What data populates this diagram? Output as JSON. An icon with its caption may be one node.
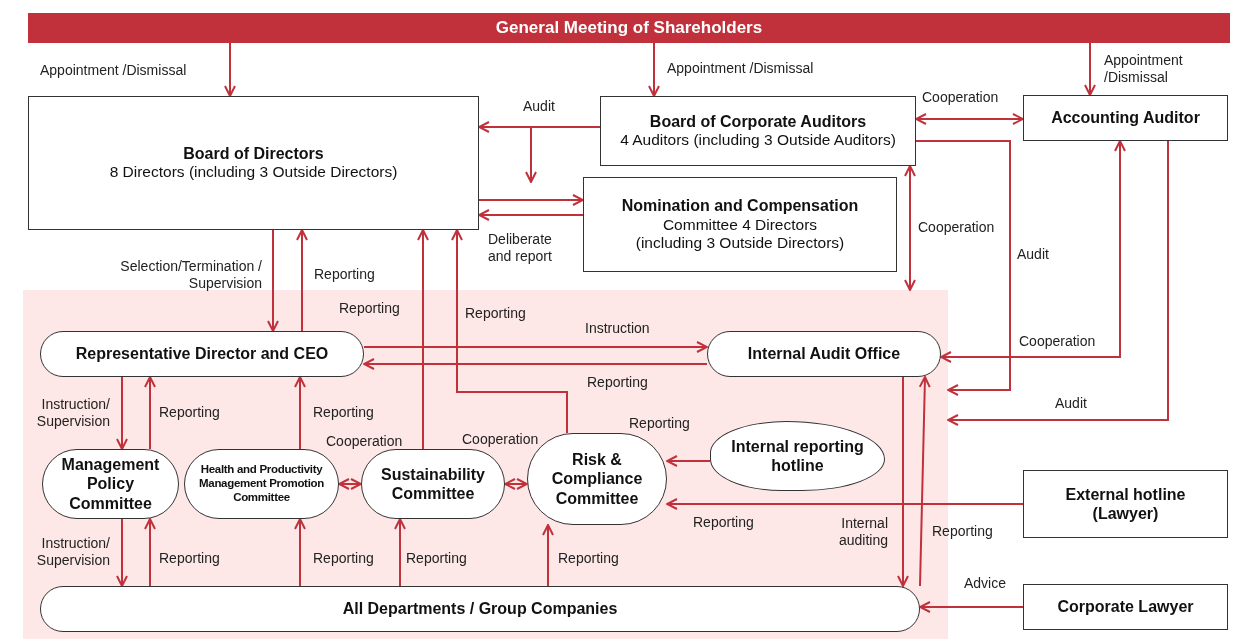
{
  "diagram": {
    "nodes": [
      {
        "text": [
          "General Meeting of Shareholders"
        ]
      },
      {
        "text": [
          "Board of Directors",
          "8 Directors (including 3 Outside Directors)"
        ]
      },
      {
        "text": [
          "Board of Corporate Auditors",
          "4 Auditors (including 3 Outside Auditors)"
        ]
      },
      {
        "text": [
          "Nomination and Compensation",
          "Committee 4 Directors (including 3 Outside Directors)"
        ]
      },
      {
        "text": [
          "Accounting Auditor"
        ]
      },
      {
        "text": [],
        "shape": "box"
      },
      {
        "text": [
          "Representative Director and CEO"
        ],
        "in": 5
      },
      {
        "text": [
          "Internal Audit Office"
        ],
        "in": 5
      },
      {
        "text": [
          "Management Policy Committee"
        ],
        "in": 5
      },
      {
        "text": [
          "Health and Productivity Management Promotion Committee"
        ],
        "in": 5
      },
      {
        "text": [
          "Sustainability Committee"
        ],
        "in": 5
      },
      {
        "text": [
          "Risk & Compliance Committee"
        ],
        "in": 5
      },
      {
        "text": [
          "Internal reporting hotline"
        ],
        "in": 5
      },
      {
        "text": [
          "External hotline (Lawyer)"
        ]
      },
      {
        "text": [
          "All Departments / Group Companies"
        ],
        "in": 5
      },
      {
        "text": [
          "Corporate Lawyer"
        ]
      }
    ],
    "edges": [
      {
        "from": 0,
        "to": 1,
        "arrow": "to",
        "label": "Appointment /Dismissal"
      },
      {
        "from": 0,
        "to": 2,
        "arrow": "to",
        "label": "Appointment /Dismissal"
      },
      {
        "from": 0,
        "to": 4,
        "arrow": "to",
        "label": "Appointment /Dismissal"
      },
      {
        "from": 2,
        "to": 1,
        "arrow": "to",
        "label": "Audit"
      },
      {
        "from": 2,
        "to": null,
        "arrow": "to"
      },
      {
        "from": 1,
        "to": 3,
        "arrow": "to"
      },
      {
        "from": 3,
        "to": 1,
        "arrow": "to",
        "label": "Deliberate and report"
      },
      {
        "from": 2,
        "to": 4,
        "arrow": "both",
        "label": "Cooperation"
      },
      {
        "from": 2,
        "to": 5,
        "arrow": "both",
        "label": "Cooperation"
      },
      {
        "from": 1,
        "to": 6,
        "arrow": "to",
        "label": "Selection/Termination / Supervision"
      },
      {
        "from": 6,
        "to": 1,
        "arrow": "to",
        "label": "Reporting"
      },
      {
        "from": 10,
        "to": 1,
        "arrow": "to",
        "label": "Reporting"
      },
      {
        "from": 11,
        "to": 1,
        "arrow": "to",
        "label": "Reporting"
      },
      {
        "from": 6,
        "to": 7,
        "arrow": "to",
        "label": "Instruction"
      },
      {
        "from": 7,
        "to": 6,
        "arrow": "to",
        "label": "Reporting"
      },
      {
        "from": 6,
        "to": 8,
        "arrow": "to",
        "label": "Instruction/ Supervision"
      },
      {
        "from": 8,
        "to": 6,
        "arrow": "to",
        "label": "Reporting"
      },
      {
        "from": 9,
        "to": 6,
        "arrow": "to",
        "label": "Reporting"
      },
      {
        "from": 9,
        "to": 10,
        "arrow": "both",
        "label": "Cooperation"
      },
      {
        "from": 10,
        "to": 11,
        "arrow": "both",
        "label": "Cooperation"
      },
      {
        "from": 12,
        "to": 11,
        "arrow": "to",
        "label": "Reporting"
      },
      {
        "from": 13,
        "to": 11,
        "arrow": "to",
        "label": "Reporting"
      },
      {
        "from": 7,
        "to": 14,
        "arrow": "to",
        "label": "Internal auditing"
      },
      {
        "from": 14,
        "to": 7,
        "arrow": "to",
        "label": "Reporting"
      },
      {
        "from": 2,
        "to": 5,
        "arrow": "to",
        "label": "Audit"
      },
      {
        "from": 4,
        "to": 7,
        "arrow": "both",
        "label": "Cooperation"
      },
      {
        "from": 4,
        "to": 5,
        "arrow": "to",
        "label": "Audit"
      },
      {
        "from": 8,
        "to": 14,
        "arrow": "to",
        "label": "Instruction/ Supervision"
      },
      {
        "from": 14,
        "to": 8,
        "arrow": "to",
        "label": "Reporting"
      },
      {
        "from": 14,
        "to": 9,
        "arrow": "to",
        "label": "Reporting"
      },
      {
        "from": 14,
        "to": 10,
        "arrow": "to",
        "label": "Reporting"
      },
      {
        "from": 14,
        "to": 11,
        "arrow": "to",
        "label": "Reporting"
      },
      {
        "from": 15,
        "to": 14,
        "arrow": "to",
        "label": "Advice"
      }
    ]
  }
}
